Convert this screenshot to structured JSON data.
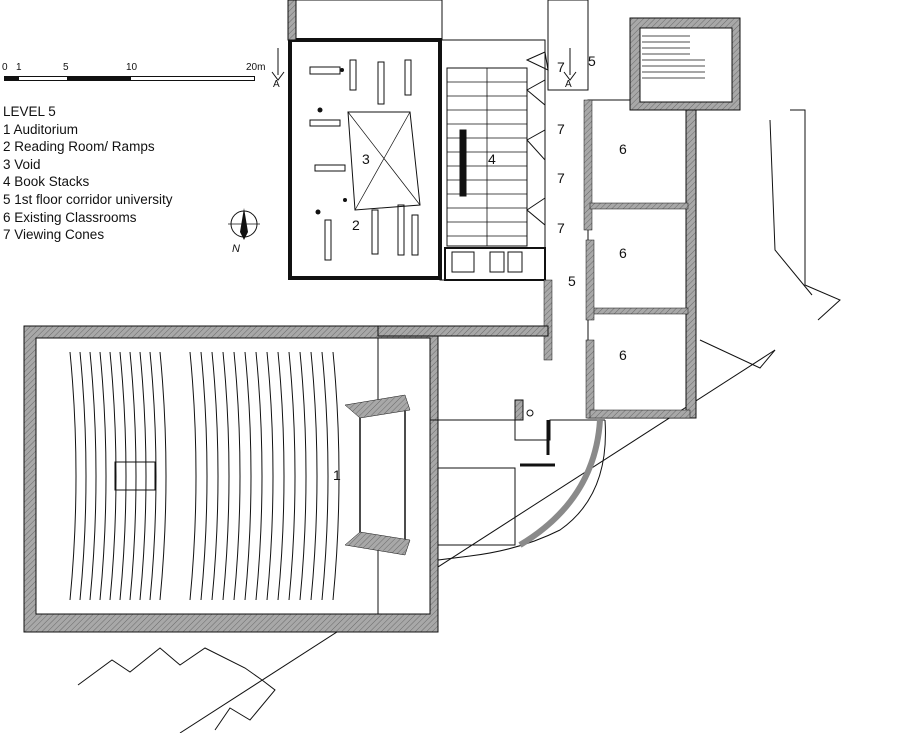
{
  "legend": {
    "title": "LEVEL 5",
    "items": [
      "1 Auditorium",
      "2 Reading Room/ Ramps",
      "3 Void",
      "4 Book Stacks",
      "5 1st floor corridor university",
      "6 Existing Classrooms",
      "7 Viewing Cones"
    ]
  },
  "scale_bar": {
    "ticks": [
      "0",
      "1",
      "5",
      "10",
      "20m"
    ]
  },
  "north_label": "N",
  "section_marks": [
    "A",
    "A"
  ],
  "room_numbers": {
    "auditorium": "1",
    "reading_room": "2",
    "void": "3",
    "book_stacks": "4",
    "corridor_top": "5",
    "corridor_mid": "5",
    "classroom_a": "6",
    "classroom_b": "6",
    "classroom_c": "6",
    "cone_a": "7",
    "cone_b": "7",
    "cone_c": "7",
    "cone_d": "7"
  },
  "colors": {
    "line": "#111111",
    "wall_fill": "#9a9a9a",
    "paper": "#ffffff"
  }
}
